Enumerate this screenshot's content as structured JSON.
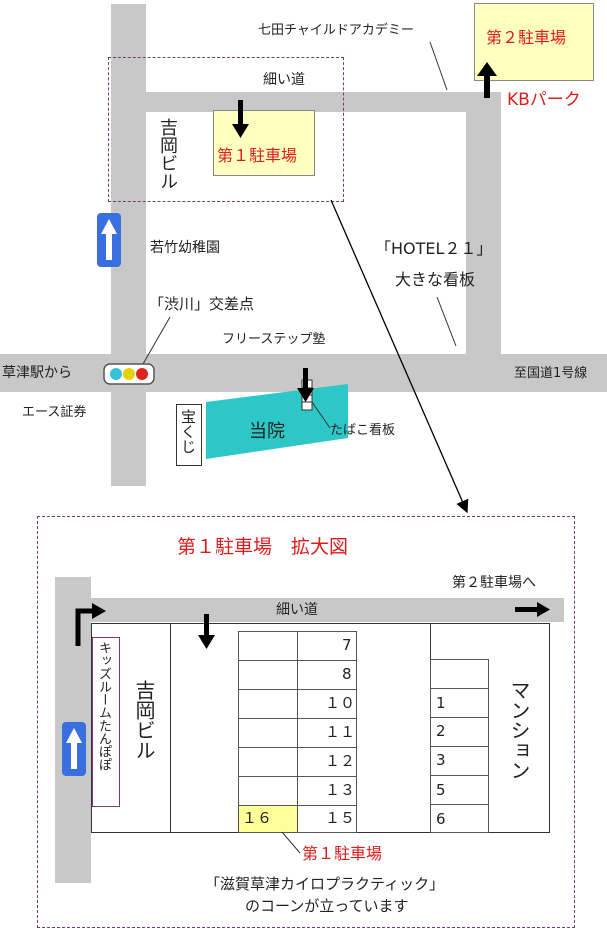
{
  "colors": {
    "road": "#c8c8c8",
    "parking_fill": "#ffffc0",
    "clinic": "#2ec7c7",
    "accent_red": "#dd1c1c",
    "frame": "#7a3a7a",
    "blue_arrow": "#3a6fe0"
  },
  "top_map": {
    "shichita_academy": "七田チャイルドアカデミー",
    "parking2": "第２駐車場",
    "kb_park": "KBパーク",
    "hosoi_michi": "細い道",
    "yoshioka_bldg": "吉岡ビル",
    "parking1": "第１駐車場",
    "wakatake_kindergarten": "若竹幼稚園",
    "hotel21": "「HOTEL２１」",
    "big_sign": "大きな看板",
    "shibukawa_intersection": "「渋川」交差点",
    "free_step": "フリーステップ塾",
    "from_kusatsu": "草津駅から",
    "to_route1": "至国道1号線",
    "ace_securities": "エース証券",
    "lottery": "宝くじ",
    "clinic": "当院",
    "tobacco_sign": "たばこ看板"
  },
  "zoom_map": {
    "title": "第１駐車場　拡大図",
    "to_parking2": "第２駐車場へ",
    "hosoi_michi": "細い道",
    "kids_room": "キッズルームたんぽぽ",
    "yoshioka_bldg": "吉岡ビル",
    "mansion": "マンション",
    "left_column": [
      "7",
      "8",
      "１０",
      "１１",
      "１２",
      "１３",
      "１５"
    ],
    "left_highlight": "１６",
    "right_column": [
      "1",
      "2",
      "3",
      "5",
      "6"
    ],
    "parking1_label": "第１駐車場",
    "note_line1": "「滋賀草津カイロプラクティック」",
    "note_line2": "のコーンが立っています"
  }
}
